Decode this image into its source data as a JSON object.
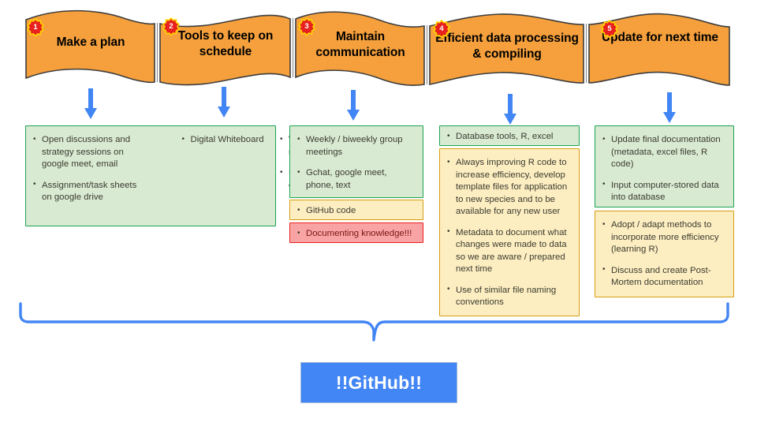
{
  "palette": {
    "banner_fill": "#F5A03C",
    "banner_stroke": "#3d3d3d",
    "arrow_blue": "#4285f4",
    "brace_blue": "#4285f4",
    "green_fill": "#d9ead3",
    "green_stroke": "#1aa251",
    "yellow_fill": "#fdeec2",
    "yellow_stroke": "#d69e10",
    "red_fill": "#f9a4a4",
    "red_stroke": "#e8201e",
    "badge_fill": "#e8201e",
    "badge_stroke": "#ffd400",
    "github_fill": "#4285f4",
    "text_dark": "#3b3b2f"
  },
  "banner": {
    "steps": [
      {
        "number": "1",
        "title": "Make a plan"
      },
      {
        "number": "2",
        "title": "Tools to keep on schedule"
      },
      {
        "number": "3",
        "title": "Maintain communication"
      },
      {
        "number": "4",
        "title": "Efficient data processing & compiling"
      },
      {
        "number": "5",
        "title": "Update for next time"
      }
    ]
  },
  "columns": [
    {
      "step": "1-2",
      "boxes": [
        {
          "color": "green",
          "items": [
            {
              "text": "Open discussions and strategy sessions on google meet, email",
              "level": 1
            },
            {
              "text": "Assignment/task sheets on google drive",
              "level": 1
            },
            {
              "text": "Digital Whiteboard",
              "level": 2
            },
            {
              "text": "Weekly / biweekly group meetings",
              "level": 1
            },
            {
              "text": "Progress sheets on google drive",
              "level": 1
            }
          ]
        }
      ]
    },
    {
      "step": "3",
      "boxes": [
        {
          "color": "green",
          "items": [
            {
              "text": "Weekly / biweekly group meetings",
              "level": 1
            },
            {
              "text": "Gchat, google meet, phone, text",
              "level": 1
            }
          ]
        },
        {
          "color": "yellow",
          "items": [
            {
              "text": "GitHub code",
              "level": 1
            }
          ]
        },
        {
          "color": "red",
          "items": [
            {
              "text": "Documenting knowledge!!!",
              "level": 1
            }
          ]
        }
      ]
    },
    {
      "step": "4",
      "boxes": [
        {
          "color": "green",
          "items": [
            {
              "text": "Database tools, R, excel",
              "level": 1
            }
          ]
        },
        {
          "color": "yellow",
          "items": [
            {
              "text": "Always improving R code to increase efficiency, develop template files for application to new species and to be available for any new user",
              "level": 1
            },
            {
              "text": "Metadata to document what changes were made to data so we are aware / prepared next time",
              "level": 1
            },
            {
              "text": "Use of similar file naming conventions",
              "level": 1
            }
          ]
        }
      ]
    },
    {
      "step": "5",
      "boxes": [
        {
          "color": "green",
          "items": [
            {
              "text": "Update final documentation (metadata, excel files, R code)",
              "level": 1
            },
            {
              "text": "Input computer-stored data into database",
              "level": 1
            }
          ]
        },
        {
          "color": "yellow",
          "items": [
            {
              "text": "Adopt / adapt methods to incorporate more efficiency (learning R)",
              "level": 1
            },
            {
              "text": "Discuss and create Post-Mortem documentation",
              "level": 1
            }
          ]
        }
      ]
    }
  ],
  "footer": {
    "github_label": "!!GitHub!!"
  }
}
